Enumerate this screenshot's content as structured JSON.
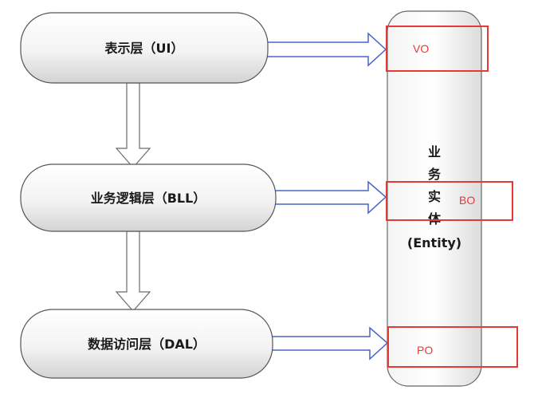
{
  "layers": {
    "ui": "表示层（UI）",
    "bll": "业务逻辑层（BLL）",
    "dal": "数据访问层（DAL）"
  },
  "entity": {
    "chars": [
      "业",
      "务",
      "实",
      "体"
    ],
    "english": "(Entity)"
  },
  "tags": {
    "vo": "VO",
    "bo": "BO",
    "po": "PO"
  },
  "colors": {
    "box_stroke": "#555555",
    "box_fill_top": "#ffffff",
    "box_fill_bottom": "#d6d6d6",
    "arrow_horizontal": "#4a63c8",
    "arrow_vertical": "#6b6b6b",
    "highlight": "#e53935"
  }
}
